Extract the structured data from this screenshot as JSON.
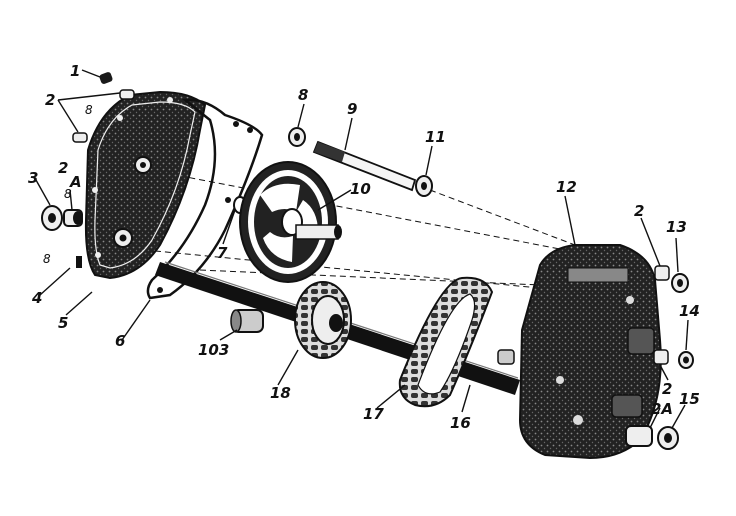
{
  "callouts": {
    "c1": "1",
    "c2a": "2",
    "c8a": "8",
    "c3": "3",
    "c2b": "2",
    "cA": "A",
    "c8b": "8",
    "c8c": "8",
    "c4": "4",
    "c5": "5",
    "c6": "6",
    "c7": "7",
    "c103": "103",
    "c8d": "8",
    "c9": "9",
    "c10": "10",
    "c11": "11",
    "c12": "12",
    "c2c": "2",
    "c13": "13",
    "c14": "14",
    "c2d": "2",
    "c2A": "2A",
    "c15": "15",
    "c18": "18",
    "c17": "17",
    "c16": "16"
  }
}
